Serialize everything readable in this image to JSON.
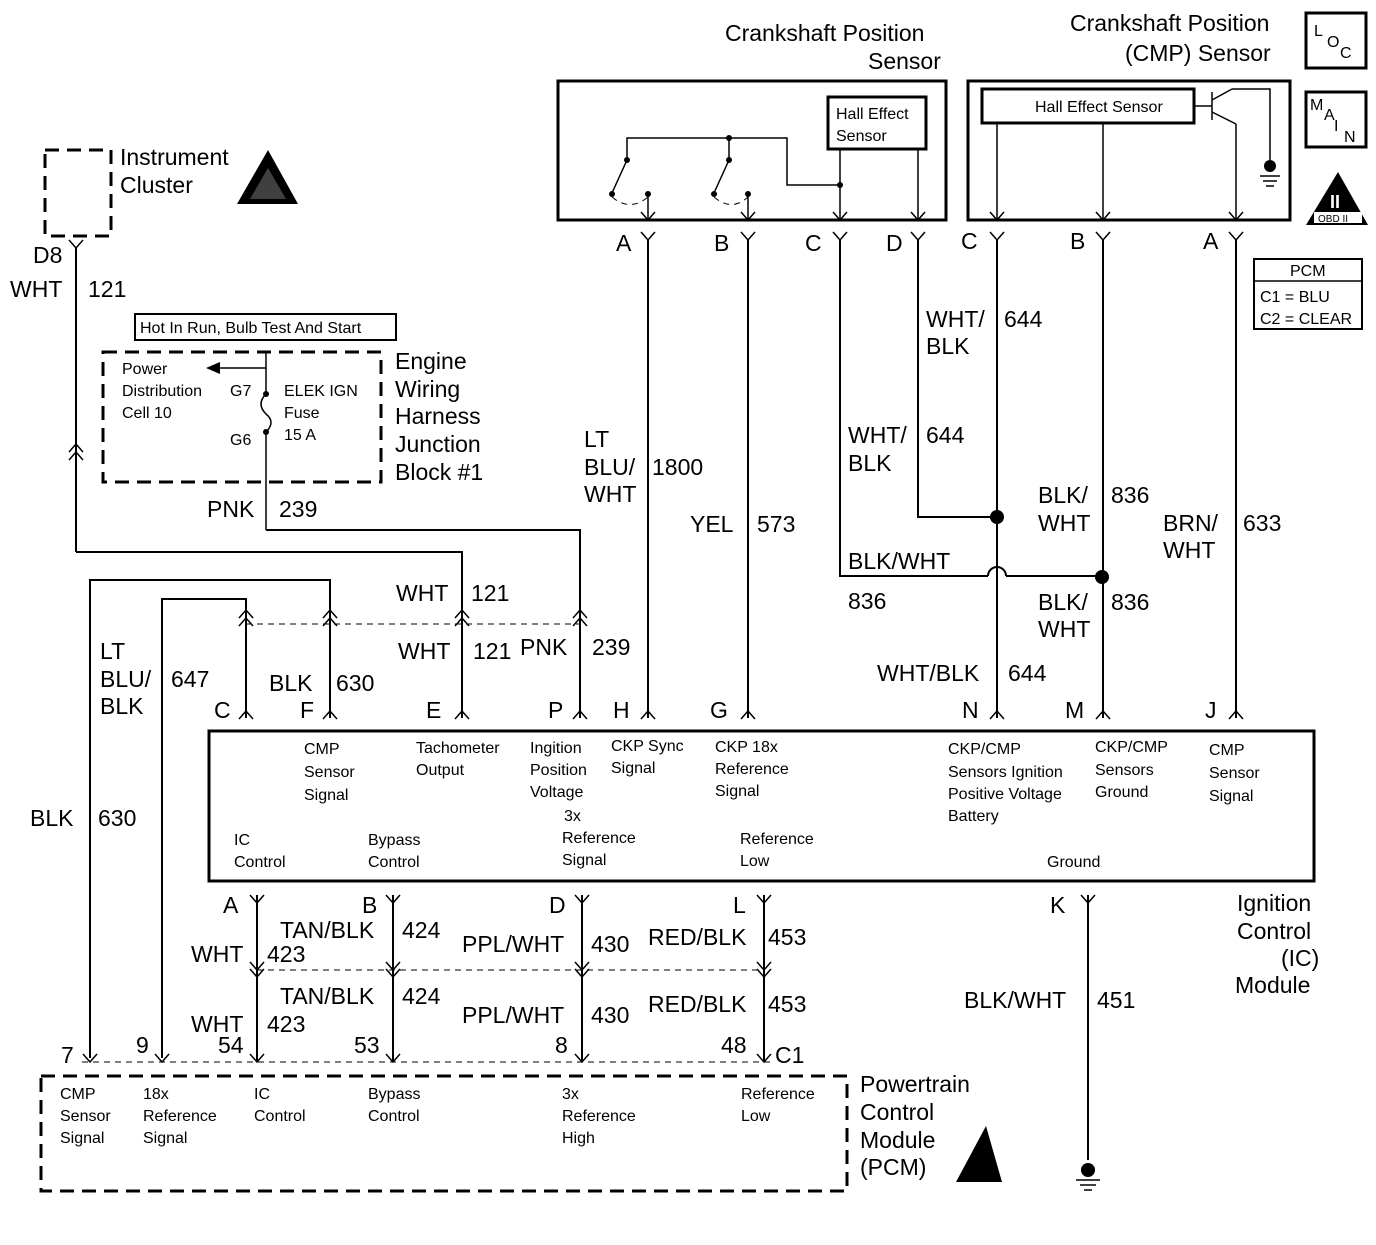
{
  "components": {
    "ckp_sensor": {
      "title": [
        "Crankshaft  Position",
        "Sensor"
      ],
      "inner": [
        "Hall Effect",
        "Sensor"
      ]
    },
    "cmp_sensor": {
      "title": [
        "Crankshaft  Position",
        "(CMP)  Sensor"
      ],
      "inner": "Hall Effect Sensor"
    },
    "instrument_cluster": [
      "Instrument",
      "Cluster"
    ],
    "junction_block": {
      "header": "Hot In Run, Bulb Test And Start",
      "title": [
        "Engine",
        "Wiring",
        "Harness",
        "Junction",
        "Block #1"
      ],
      "power_cell": [
        "Power",
        "Distribution",
        "Cell 10"
      ],
      "fuse": [
        "ELEK IGN",
        "Fuse",
        "15 A"
      ],
      "g7": "G7",
      "g6": "G6"
    },
    "ic_module": {
      "title": [
        "Ignition",
        "Control",
        "(IC)",
        "Module"
      ],
      "top_labels": [
        [
          "CMP",
          "Sensor",
          "Signal"
        ],
        [
          "Tachometer",
          "Output"
        ],
        [
          "Ingition",
          "Position",
          "Voltage"
        ],
        [
          "CKP Sync",
          "Signal"
        ],
        [
          "CKP 18x",
          "Reference",
          "Signal"
        ],
        [
          "CKP/CMP",
          "Sensors Ignition",
          "Positive Voltage",
          "Battery"
        ],
        [
          "CKP/CMP",
          "Sensors",
          "Ground"
        ],
        [
          "CMP",
          "Sensor",
          "Signal"
        ]
      ],
      "mid_labels": [
        [
          "3x",
          "Reference",
          "Signal"
        ]
      ],
      "bottom_labels": [
        [
          "IC",
          "Control"
        ],
        [
          "Bypass",
          "Control"
        ],
        [
          "Reference",
          "Low"
        ],
        [
          "Ground"
        ]
      ]
    },
    "pcm": {
      "title": [
        "Powertrain",
        "Control",
        "Module",
        "(PCM)"
      ],
      "labels": [
        [
          "CMP",
          "Sensor",
          "Signal"
        ],
        [
          "18x",
          "Reference",
          "Signal"
        ],
        [
          "IC",
          "Control"
        ],
        [
          "Bypass",
          "Control"
        ],
        [
          "3x",
          "Reference",
          "High"
        ],
        [
          "Reference",
          "Low"
        ]
      ],
      "pins": [
        "7",
        "9",
        "54",
        "53",
        "8",
        "48"
      ],
      "connector": "C1"
    },
    "legend": {
      "title": "PCM",
      "c1": "C1 = BLU",
      "c2": "C2 = CLEAR"
    },
    "icons": {
      "loc": [
        "L",
        "O",
        "C"
      ],
      "main": [
        "M",
        "A",
        "I",
        "N"
      ],
      "obd": [
        "II",
        "OBD II"
      ]
    }
  },
  "connector_letters": {
    "ckp": [
      "A",
      "B",
      "C",
      "D"
    ],
    "cmp": [
      "C",
      "B",
      "A"
    ],
    "ic_top": [
      "C",
      "F",
      "E",
      "P",
      "H",
      "G",
      "N",
      "M",
      "J"
    ],
    "ic_bottom": [
      "A",
      "B",
      "D",
      "L",
      "K"
    ],
    "cluster_pin": "D8"
  },
  "wires": {
    "w121_top": {
      "color": "WHT",
      "circuit": "121"
    },
    "w239": {
      "color": "PNK",
      "circuit": "239"
    },
    "w121_a": {
      "color": "WHT",
      "circuit": "121"
    },
    "w121_b": {
      "color": "WHT",
      "circuit": "121"
    },
    "w239_b": {
      "color": "PNK",
      "circuit": "239"
    },
    "w1800": {
      "color": [
        "LT",
        "BLU/",
        "WHT"
      ],
      "circuit": "1800"
    },
    "w573": {
      "color": "YEL",
      "circuit": "573"
    },
    "w644_a": {
      "color": [
        "WHT/",
        "BLK"
      ],
      "circuit": "644"
    },
    "w644_b": {
      "color": [
        "WHT/",
        "BLK"
      ],
      "circuit": "644"
    },
    "w644_c": {
      "color": "WHT/BLK",
      "circuit": "644"
    },
    "w836_a": {
      "color": [
        "BLK/",
        "WHT"
      ],
      "circuit": "836"
    },
    "w836_b": {
      "color": "BLK/WHT",
      "circuit": "836"
    },
    "w836_c": {
      "color": [
        "BLK/",
        "WHT"
      ],
      "circuit": "836"
    },
    "w633": {
      "color": [
        "BRN/",
        "WHT"
      ],
      "circuit": "633"
    },
    "w647": {
      "color": [
        "LT",
        "BLU/",
        "BLK"
      ],
      "circuit": "647"
    },
    "w630_a": {
      "color": "BLK",
      "circuit": "630"
    },
    "w630_b": {
      "color": "BLK",
      "circuit": "630"
    },
    "w423_a": {
      "color": "WHT",
      "circuit": "423"
    },
    "w423_b": {
      "color": "WHT",
      "circuit": "423"
    },
    "w424_a": {
      "color": "TAN/BLK",
      "circuit": "424"
    },
    "w424_b": {
      "color": "TAN/BLK",
      "circuit": "424"
    },
    "w430_a": {
      "color": "PPL/WHT",
      "circuit": "430"
    },
    "w430_b": {
      "color": "PPL/WHT",
      "circuit": "430"
    },
    "w453_a": {
      "color": "RED/BLK",
      "circuit": "453"
    },
    "w453_b": {
      "color": "RED/BLK",
      "circuit": "453"
    },
    "w451": {
      "color": "BLK/WHT",
      "circuit": "451"
    }
  }
}
